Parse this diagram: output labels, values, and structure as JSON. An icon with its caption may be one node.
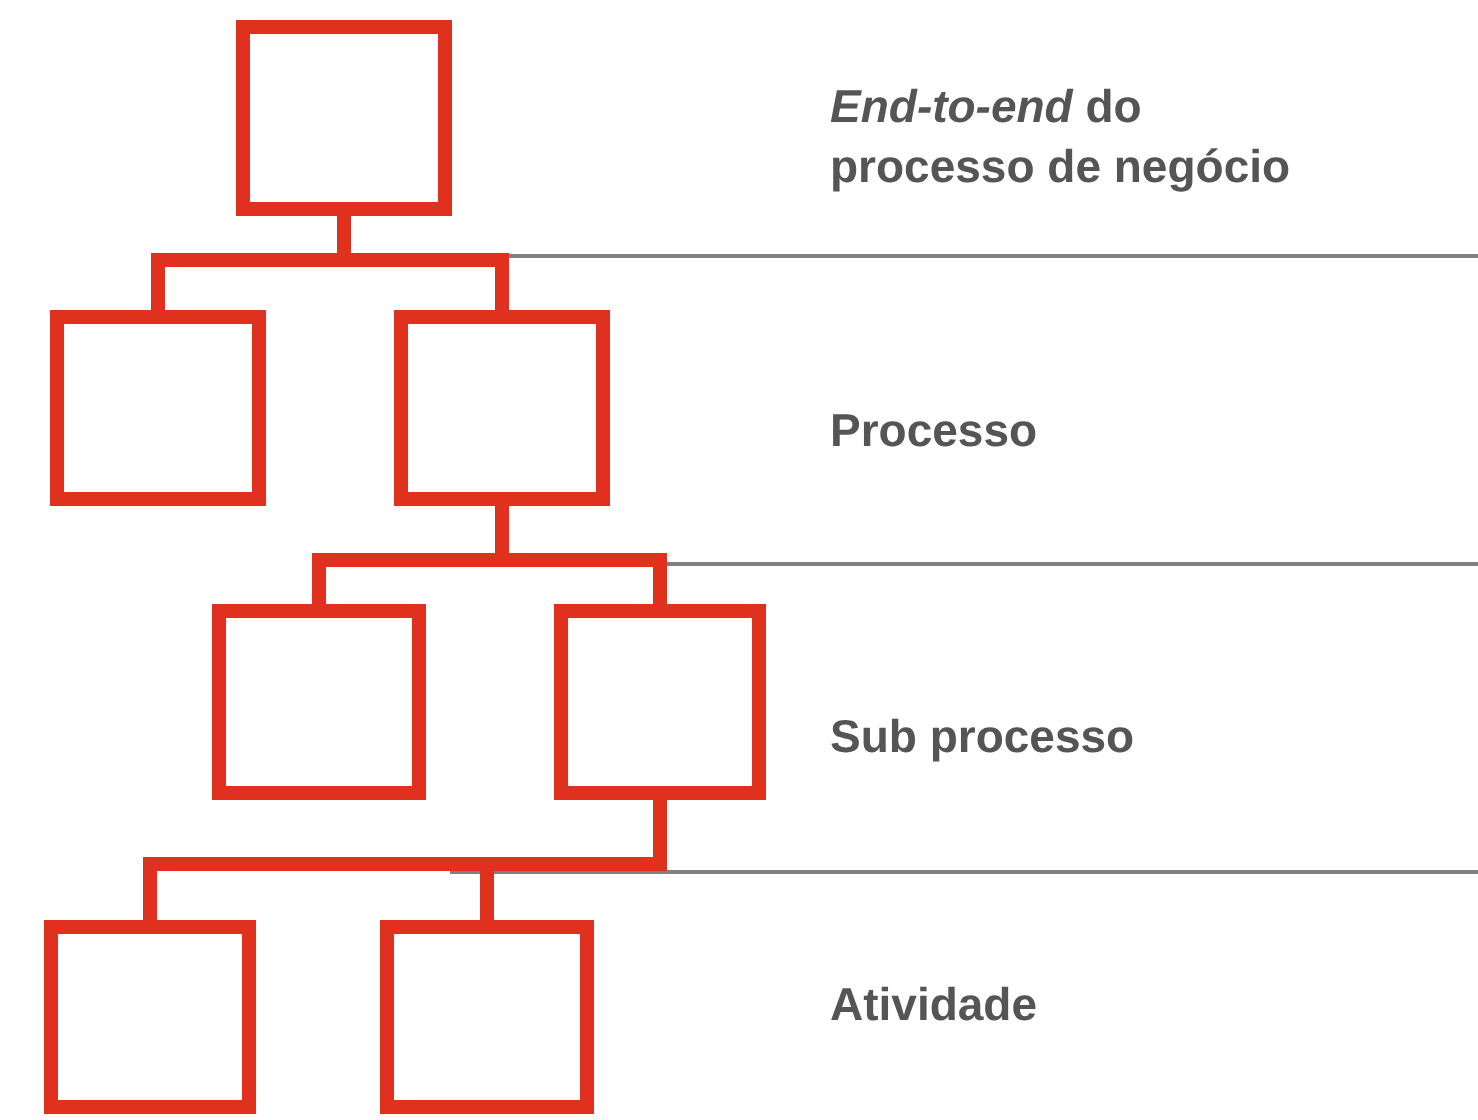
{
  "diagram": {
    "nodes": [
      {
        "text": [],
        "shape": "box"
      },
      {
        "text": [],
        "shape": "box"
      },
      {
        "text": [],
        "shape": "box"
      },
      {
        "text": [],
        "shape": "box"
      },
      {
        "text": [],
        "shape": "box"
      },
      {
        "text": [],
        "shape": "box"
      },
      {
        "text": [],
        "shape": "box"
      }
    ],
    "edges": [
      {
        "from": 0,
        "to": 1,
        "arrow": "none"
      },
      {
        "from": 0,
        "to": 2,
        "arrow": "none"
      },
      {
        "from": 2,
        "to": 3,
        "arrow": "none"
      },
      {
        "from": 2,
        "to": 4,
        "arrow": "none"
      },
      {
        "from": 4,
        "to": 5,
        "arrow": "none"
      },
      {
        "from": 4,
        "to": 6,
        "arrow": "none"
      }
    ],
    "labels": [
      "*End-to-end* do processo de negócio",
      "Processo",
      "Sub processo",
      "Atividade"
    ]
  }
}
